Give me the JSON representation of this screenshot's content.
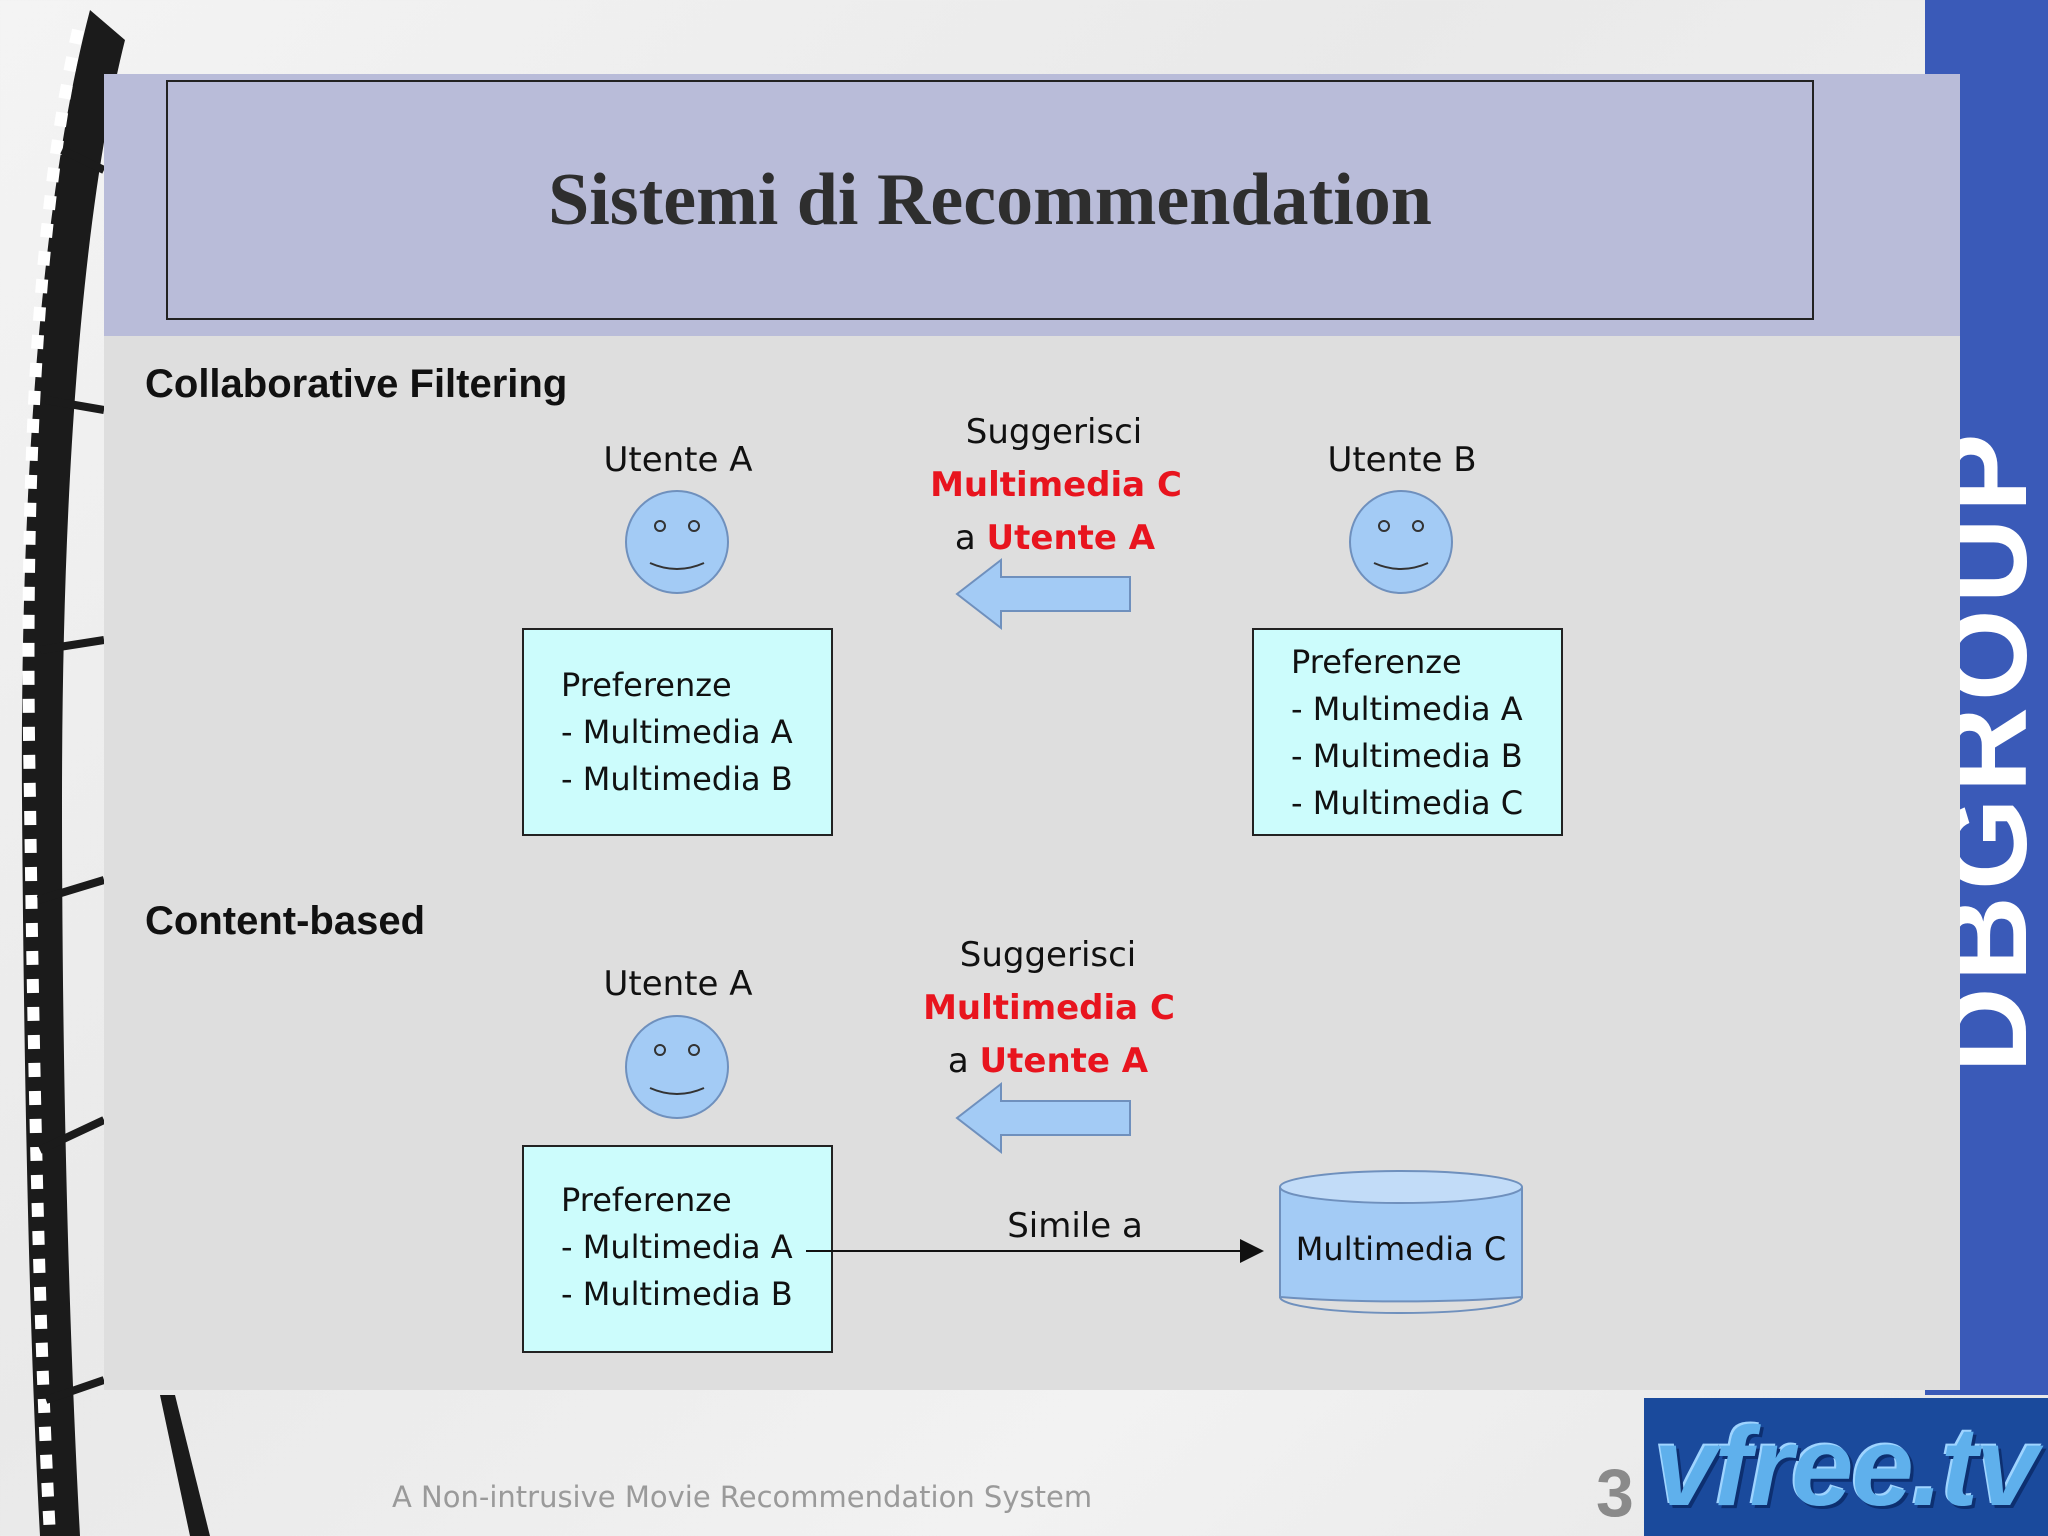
{
  "slide": {
    "title": "Sistemi di Recommendation",
    "footer": "A Non-intrusive Movie Recommendation System",
    "page_number": "3",
    "side_brand": "DBGROUP",
    "logo": "vfree.tv"
  },
  "collaborative": {
    "heading": "Collaborative Filtering",
    "user_a": "Utente A",
    "user_b": "Utente B",
    "suggest": {
      "line1": "Suggerisci",
      "line2": "Multimedia C",
      "prefix": "a",
      "target": "Utente A"
    },
    "pref_a": {
      "title": "Preferenze",
      "items": [
        "- Multimedia A",
        "- Multimedia B"
      ]
    },
    "pref_b": {
      "title": "Preferenze",
      "items": [
        "- Multimedia A",
        "- Multimedia B",
        "- Multimedia C"
      ]
    }
  },
  "content_based": {
    "heading": "Content-based",
    "user_a": "Utente A",
    "suggest": {
      "line1": "Suggerisci",
      "line2": "Multimedia C",
      "prefix": "a",
      "target": "Utente A"
    },
    "pref_a": {
      "title": "Preferenze",
      "items": [
        "- Multimedia A",
        "- Multimedia B"
      ]
    },
    "relation": "Simile a",
    "item": "Multimedia C"
  },
  "colors": {
    "title_band": "#b9bcd9",
    "content_bg": "#dedede",
    "pref_box": "#ccfcfc",
    "face": "#a3cbf5",
    "arrow": "#a3cbf5",
    "highlight": "#e8141e",
    "brand_band": "#3a5ab8"
  }
}
